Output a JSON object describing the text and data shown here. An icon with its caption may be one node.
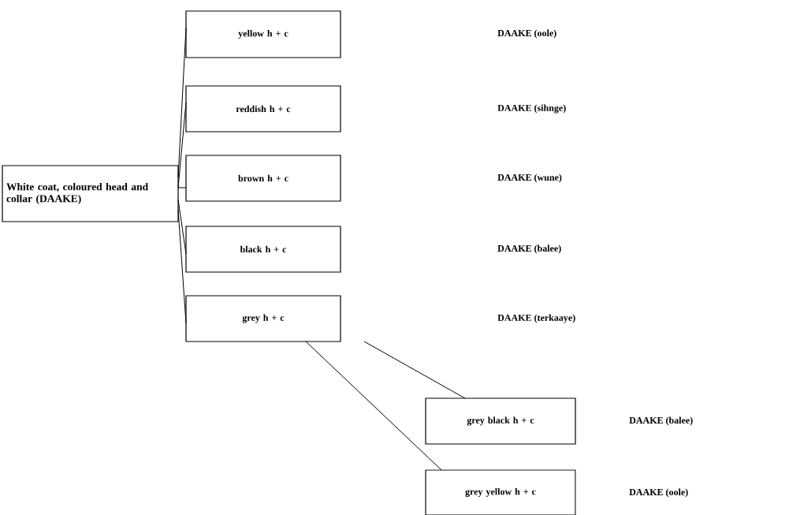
{
  "diagram": {
    "nodes": [
      {
        "text": [
          "White coat, coloured head and collar (DAAKE)"
        ]
      },
      {
        "text": [
          "yellow h + c"
        ]
      },
      {
        "text": [
          "reddish h + c"
        ]
      },
      {
        "text": [
          "brown h + c"
        ]
      },
      {
        "text": [
          "black h + c"
        ]
      },
      {
        "text": [
          "grey h + c"
        ]
      },
      {
        "text": [
          "grey black h + c"
        ]
      },
      {
        "text": [
          "grey yellow h + c"
        ]
      }
    ],
    "edges": [
      {
        "from": 0,
        "to": 1,
        "arrow": "none"
      },
      {
        "from": 0,
        "to": 2,
        "arrow": "none"
      },
      {
        "from": 0,
        "to": 3,
        "arrow": "none"
      },
      {
        "from": 0,
        "to": 4,
        "arrow": "none"
      },
      {
        "from": 0,
        "to": 5,
        "arrow": "none"
      },
      {
        "from": 5,
        "to": 6,
        "arrow": "none"
      },
      {
        "from": 5,
        "to": 7,
        "arrow": "none"
      }
    ],
    "labels": [
      "DAAKE (oole)",
      "DAAKE (sihnge)",
      "DAAKE (wune)",
      "DAAKE (balee)",
      "DAAKE (terkaaye)",
      "DAAKE (balee)",
      "DAAKE (oole)"
    ]
  }
}
